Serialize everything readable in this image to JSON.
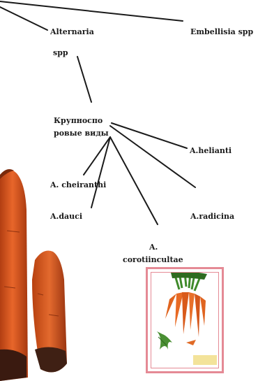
{
  "diagram": {
    "nodes": {
      "alternaria": "Alternaria",
      "spp": "spp",
      "embellisia": "Embellisia spp",
      "krupno_line1": "Крупноспо",
      "krupno_line2": "ровые виды",
      "helianti": "A.helianti",
      "cheiranthi": "A. cheiranthi",
      "dauci": "A.dauci",
      "radicina": "A.radicina",
      "corot_line1": "A.",
      "corot_line2": "corotiincultae"
    },
    "edges": [
      [
        "root",
        "alternaria"
      ],
      [
        "root",
        "embellisia"
      ],
      [
        "alternaria",
        "krupno"
      ],
      [
        "krupno",
        "helianti"
      ],
      [
        "krupno",
        "cheiranthi"
      ],
      [
        "krupno",
        "dauci"
      ],
      [
        "krupno",
        "radicina"
      ],
      [
        "krupno",
        "corotiincultae"
      ]
    ]
  },
  "colors": {
    "carrot": "#d9541e",
    "carrot_dark": "#8a2c10",
    "inset_border": "#e58a95",
    "leaf": "#3f8a2a"
  },
  "images": {
    "carrots_photo": "two-carrots-photo",
    "inset": "carrot-bunch-picture"
  }
}
